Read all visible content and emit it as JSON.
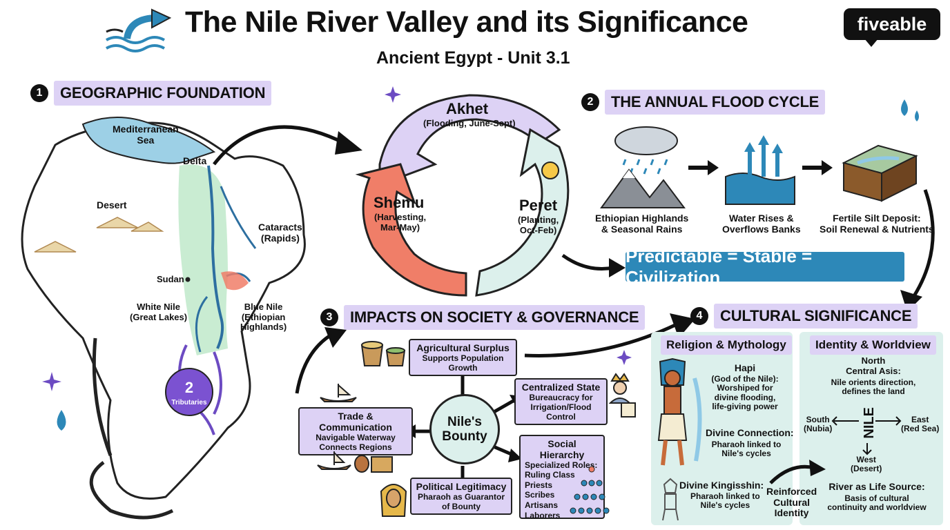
{
  "header": {
    "title": "The Nile River Valley and its Significance",
    "subtitle": "Ancient Egypt - Unit 3.1",
    "brand": "fiveable"
  },
  "section1": {
    "number": "1",
    "title": "GEOGRAPHIC FOUNDATION",
    "labels": {
      "sea": "Mediterranean\nSea",
      "delta": "Delta",
      "desert": "Desert",
      "cataracts": "Cataracts\n(Rapids)",
      "sudan": "Sudan",
      "white_nile": "White Nile\n(Great Lakes)",
      "blue_nile": "Blue Nile\n(Ethiopian\nHighlands)",
      "tributaries_count": "2",
      "tributaries": "Tributaries"
    }
  },
  "seasons": {
    "akhet": {
      "name": "Akhet",
      "detail": "(Flooding, June-Sept)"
    },
    "peret": {
      "name": "Peret",
      "detail": "(Planting,\nOct-Feb)"
    },
    "shemu": {
      "name": "Shemu",
      "detail": "(Harvesting,\nMar-May)"
    }
  },
  "section2": {
    "number": "2",
    "title": "THE ANNUAL FLOOD CYCLE",
    "steps": [
      {
        "label": "Ethiopian Highlands\n& Seasonal Rains"
      },
      {
        "label": "Water Rises &\nOverflows Banks"
      },
      {
        "label": "Fertile Silt Deposit:\nSoil Renewal & Nutrients"
      }
    ],
    "equation": "Predictable = Stable = Civilization"
  },
  "section3": {
    "number": "3",
    "title": "IMPACTS ON SOCIETY & GOVERNANCE",
    "center": "Nile's\nBounty",
    "boxes": {
      "surplus": {
        "title": "Agricultural Surplus",
        "sub": "Supports Population Growth"
      },
      "state": {
        "title": "Centralized State",
        "sub": "Bureaucracy for\nIrrigation/Flood Control"
      },
      "trade": {
        "title": "Trade & Communication",
        "sub": "Navigable Waterway\nConnects Regions"
      },
      "hierarchy": {
        "title": "Social Hierarchy",
        "sub": "Specialized Roles:",
        "roles": "Ruling Class\nPriests\nScribes\nArtisans\nLaborers"
      },
      "legitimacy": {
        "title": "Political Legitimacy",
        "sub": "Pharaoh as Guarantor\nof Bounty"
      }
    }
  },
  "section4": {
    "number": "4",
    "title": "CULTURAL SIGNIFICANCE",
    "religion": {
      "title": "Religion & Mythology",
      "hapi_title": "Hapi",
      "hapi_text": "(God of the Nile):\nWorshiped for\ndivine flooding,\nlife-giving power",
      "divine_title": "Divine Connection:",
      "divine_text": "Pharaoh linked to\nNile's cycles",
      "king_title": "Divine Kingisshin:",
      "king_text": "Pharaoh linked to\nNile's cycles",
      "reinforced": "Reinforced\nCultural\nIdentity"
    },
    "identity": {
      "title": "Identity & Worldview",
      "axis_title": "North\nCentral Asis:",
      "axis_text": "Nile orients direction,\ndefines the land",
      "south": "South\n(Nubia)",
      "east": "East\n(Red Sea)",
      "west": "West\n(Desert)",
      "nile": "NILE",
      "life_title": "River as Life Source:",
      "life_text": "Basis of cultural\ncontinuity and worldview"
    }
  },
  "colors": {
    "lavender": "#ddd2f5",
    "mint": "#dcf0ec",
    "blue": "#2d88b8",
    "salmon": "#f07e68",
    "water": "#8fc9e6"
  }
}
